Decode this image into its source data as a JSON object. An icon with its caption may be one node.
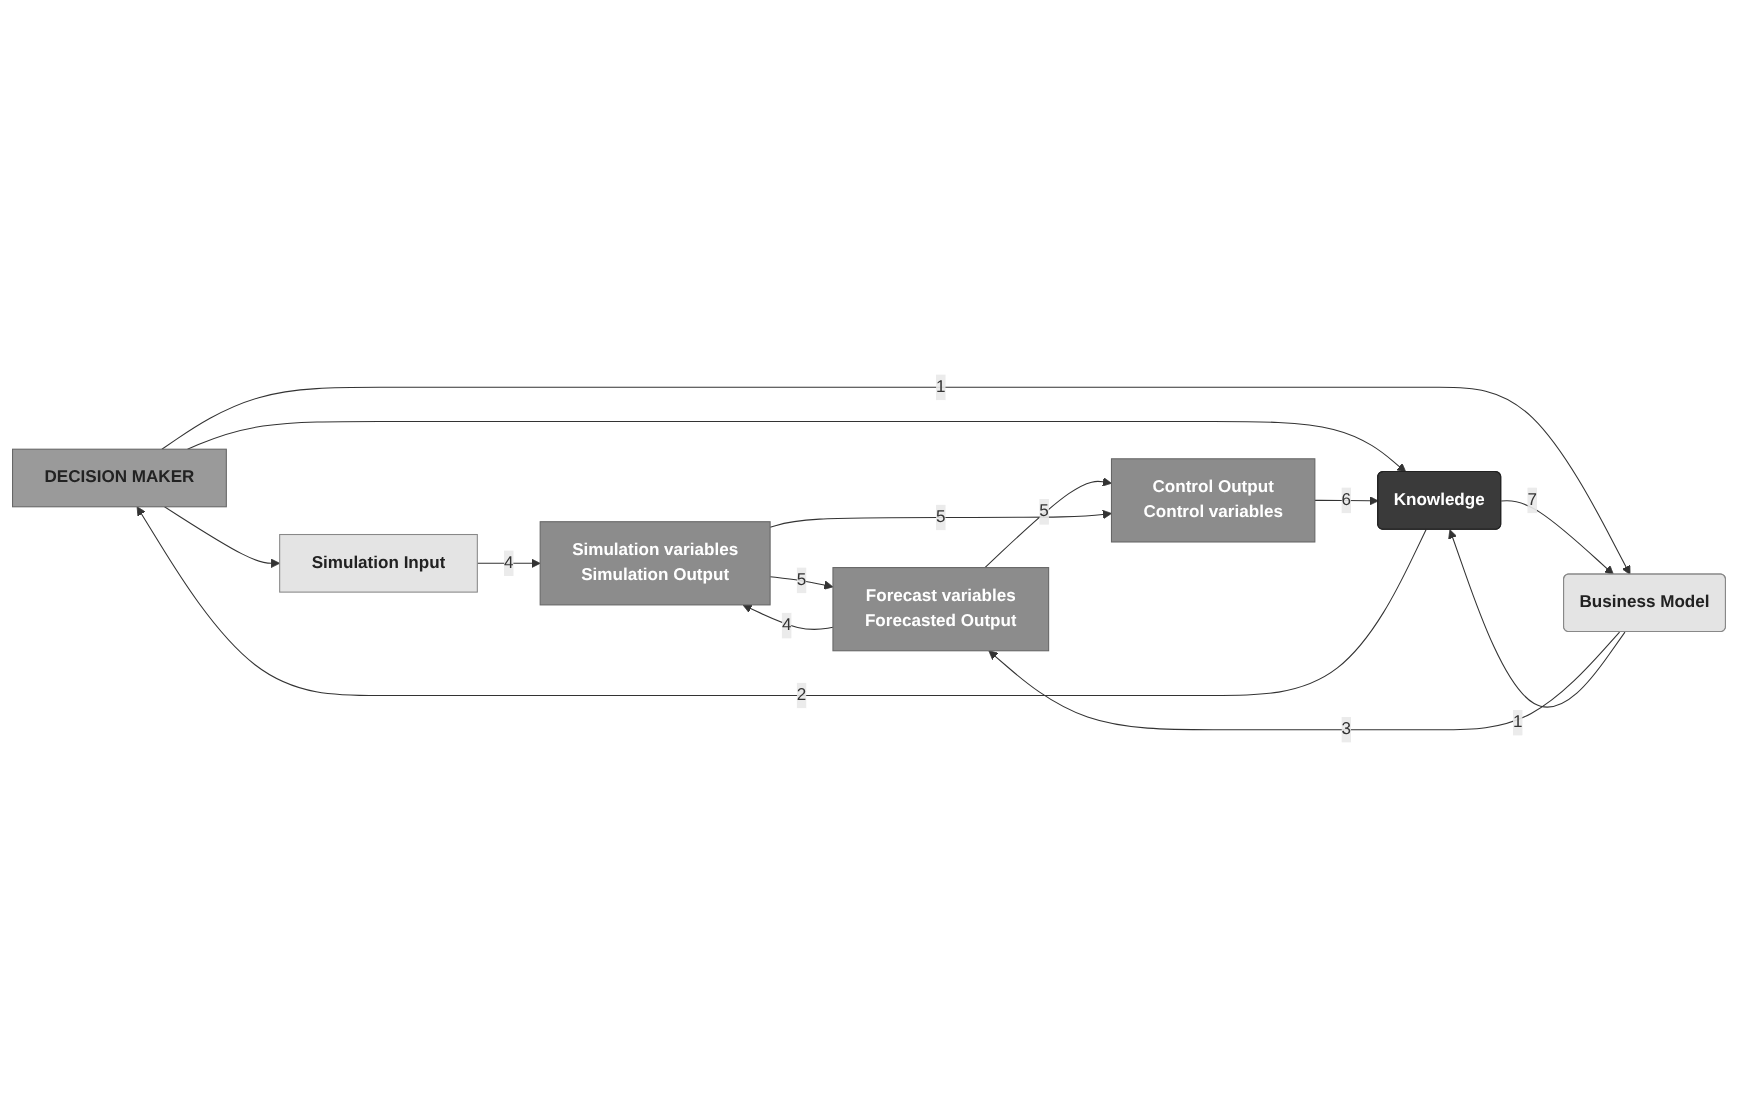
{
  "diagram": {
    "nodes": [
      {
        "text": [
          "DECISION MAKER"
        ]
      },
      {
        "text": [
          "Simulation Input"
        ]
      },
      {
        "text": [
          "Business Model"
        ]
      },
      {
        "text": [
          "Forecast variables",
          "Forecasted Output"
        ]
      },
      {
        "text": [
          "Simulation variables",
          "Simulation Output"
        ]
      },
      {
        "text": [
          "Knowledge"
        ]
      },
      {
        "text": [
          "Control Output",
          "Control variables"
        ]
      }
    ],
    "edges": [
      {
        "from": 0,
        "to": 1,
        "arrow": "to"
      },
      {
        "from": 0,
        "to": 2,
        "label": "1",
        "arrow": "to"
      },
      {
        "from": 2,
        "to": 3,
        "label": "3",
        "arrow": "to"
      },
      {
        "from": 1,
        "to": 4,
        "label": "4",
        "arrow": "to"
      },
      {
        "from": 3,
        "to": 4,
        "label": "4",
        "arrow": "to"
      },
      {
        "from": 4,
        "to": 3,
        "label": "5",
        "arrow": "to"
      },
      {
        "from": 3,
        "to": 6,
        "label": "5",
        "arrow": "to"
      },
      {
        "from": 4,
        "to": 6,
        "label": "5",
        "arrow": "to"
      },
      {
        "from": 2,
        "to": 5,
        "label": "1",
        "arrow": "to"
      },
      {
        "from": 5,
        "to": 2,
        "label": "7",
        "arrow": "to"
      },
      {
        "from": 0,
        "to": 5,
        "arrow": "to"
      },
      {
        "from": 5,
        "to": 0,
        "label": "2",
        "arrow": "to"
      },
      {
        "from": 6,
        "to": 5,
        "label": "6",
        "arrow": "to"
      }
    ]
  }
}
